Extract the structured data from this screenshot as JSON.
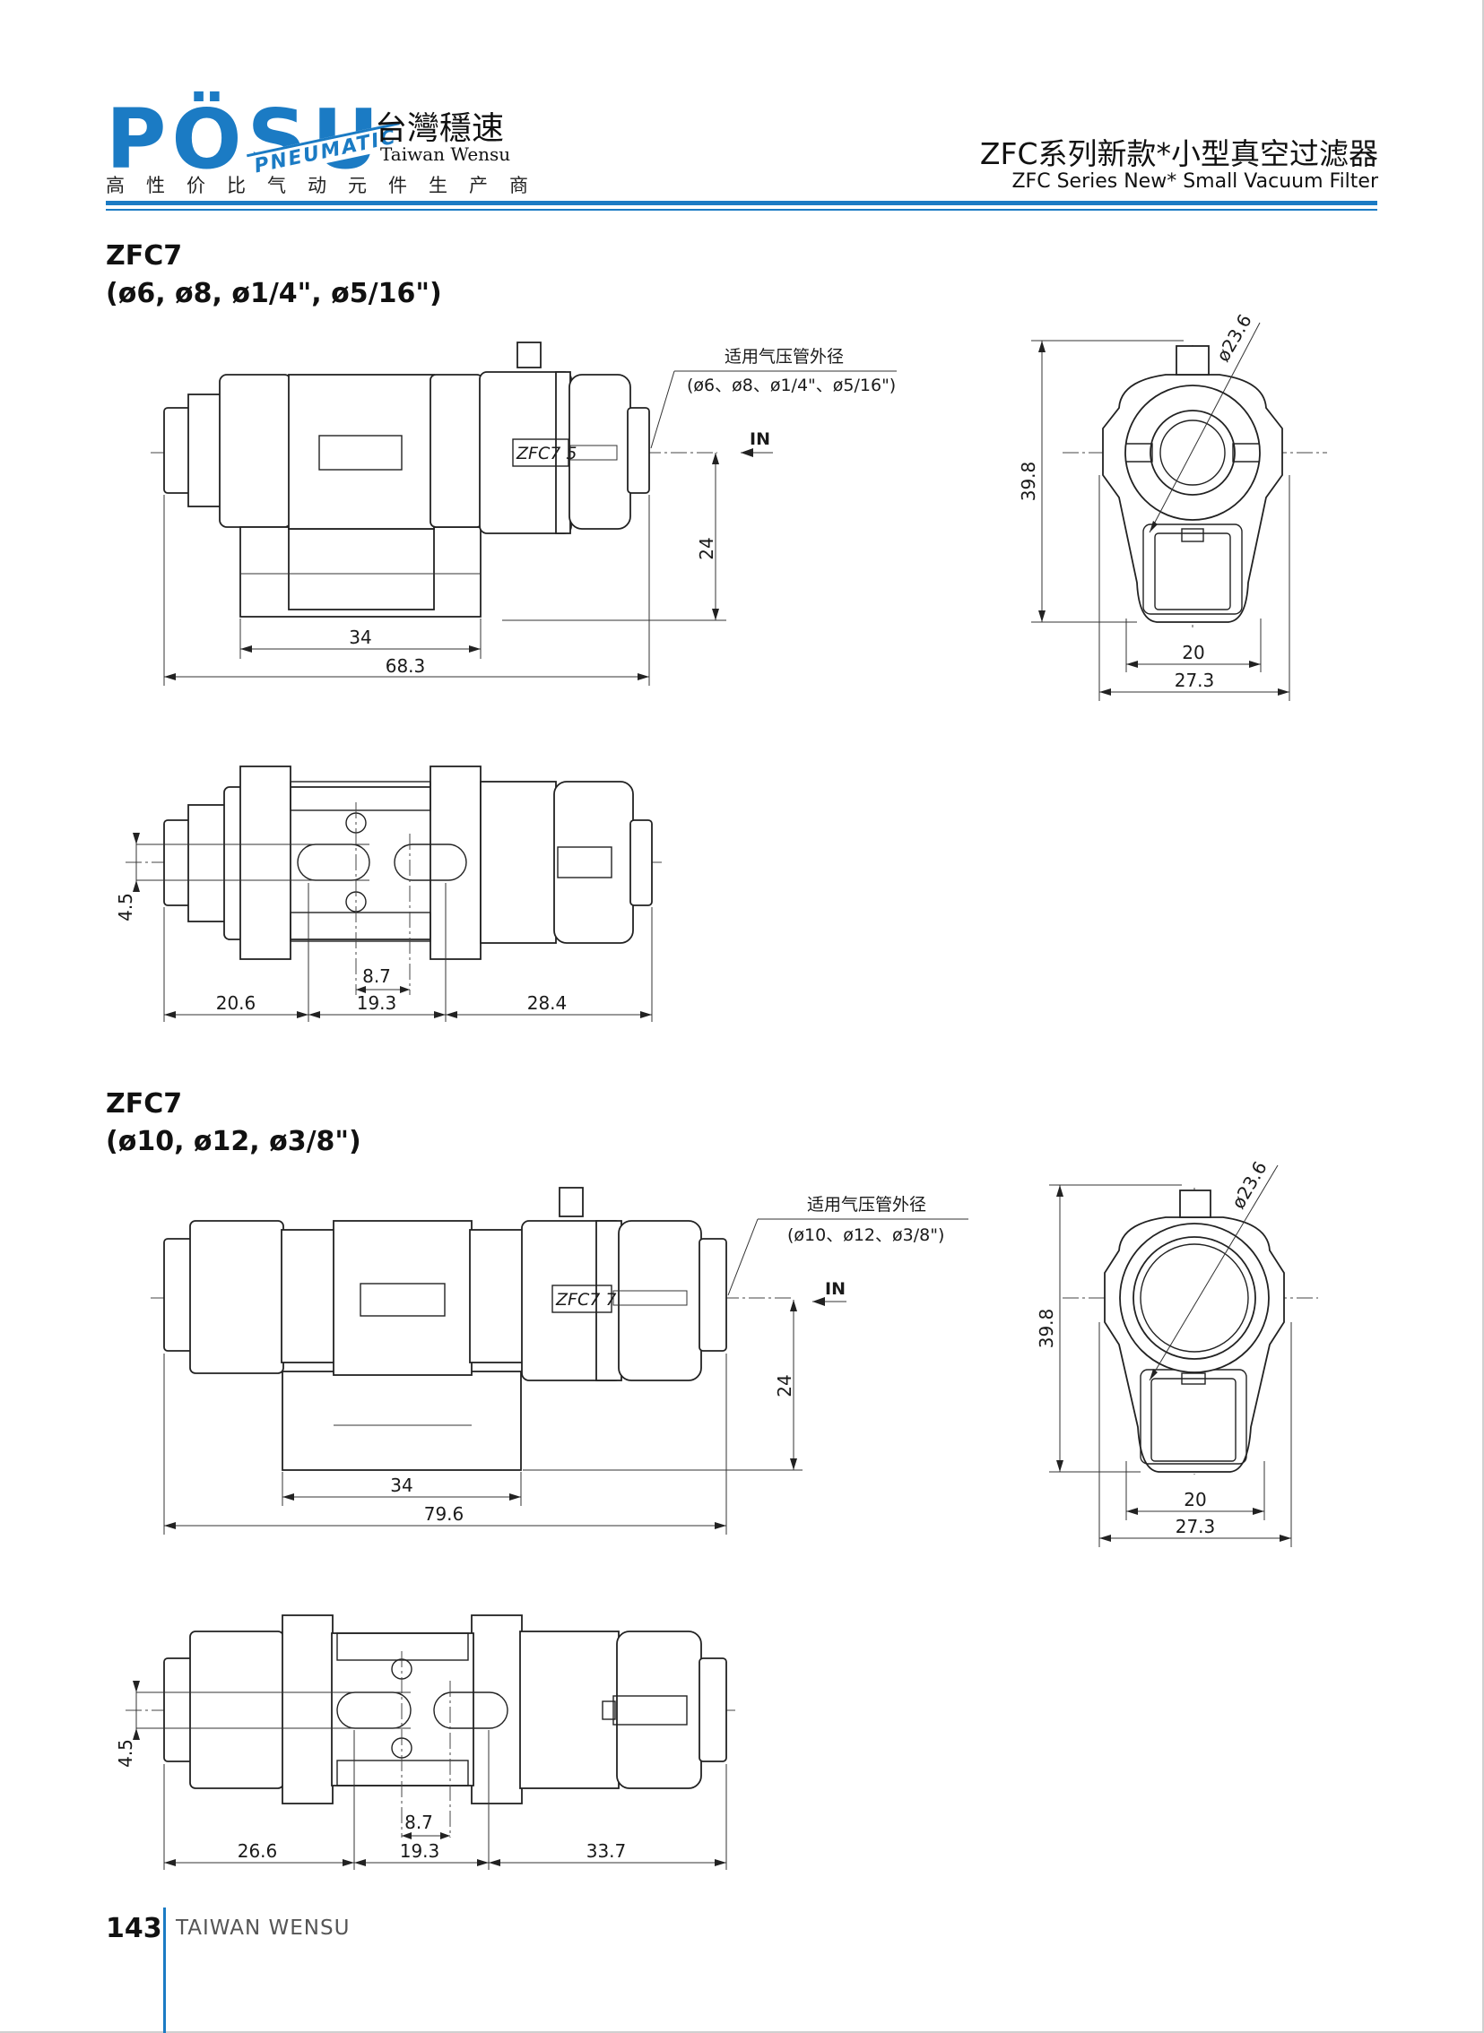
{
  "brand": {
    "logo": "PÖSU",
    "logo_tag": "PNEUMATIC",
    "name_cn": "台灣穩速",
    "name_en": "Taiwan Wensu",
    "slogan": "高性价比气动元件生产商"
  },
  "header": {
    "title_cn": "ZFC系列新款*小型真空过滤器",
    "title_en": "ZFC Series New* Small Vacuum Filter"
  },
  "section1": {
    "model": "ZFC7",
    "sizes": "(ø6, ø8, ø1/4\", ø5/16\")",
    "body_mark": "ZFC7 5",
    "tube_label": "适用气压管外径",
    "tube_sizes": "(ø6、ø8、ø1/4\"、ø5/16\")",
    "in_label": "IN",
    "dims": {
      "d1": "34",
      "d2": "68.3",
      "d3": "24",
      "d4": "39.8",
      "d5": "20",
      "d6": "27.3",
      "d7": "ø23.6",
      "d8": "4.5",
      "d9": "8.7",
      "d10": "20.6",
      "d11": "19.3",
      "d12": "28.4"
    }
  },
  "section2": {
    "model": "ZFC7",
    "sizes": "(ø10, ø12, ø3/8\")",
    "body_mark": "ZFC7 7",
    "tube_label": "适用气压管外径",
    "tube_sizes": "(ø10、ø12、ø3/8\")",
    "in_label": "IN",
    "dims": {
      "d1": "34",
      "d2": "79.6",
      "d3": "24",
      "d4": "39.8",
      "d5": "20",
      "d6": "27.3",
      "d7": "ø23.6",
      "d8": "4.5",
      "d9": "8.7",
      "d10": "26.6",
      "d11": "19.3",
      "d12": "33.7"
    }
  },
  "footer": {
    "page_number": "143",
    "company": "TAIWAN WENSU"
  },
  "colors": {
    "accent": "#1b7bc4"
  }
}
